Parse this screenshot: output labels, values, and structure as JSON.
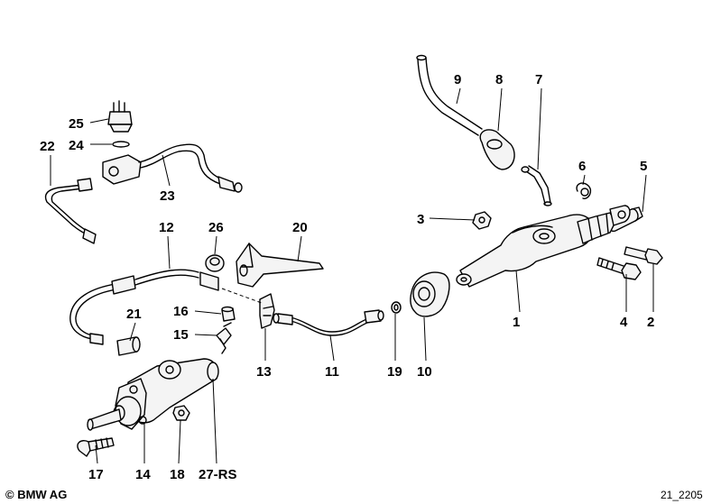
{
  "callouts": [
    {
      "id": "1",
      "label": "1"
    },
    {
      "id": "2",
      "label": "2"
    },
    {
      "id": "3",
      "label": "3"
    },
    {
      "id": "4",
      "label": "4"
    },
    {
      "id": "5",
      "label": "5"
    },
    {
      "id": "6",
      "label": "6"
    },
    {
      "id": "7",
      "label": "7"
    },
    {
      "id": "8",
      "label": "8"
    },
    {
      "id": "9",
      "label": "9"
    },
    {
      "id": "10",
      "label": "10"
    },
    {
      "id": "11",
      "label": "11"
    },
    {
      "id": "12",
      "label": "12"
    },
    {
      "id": "13",
      "label": "13"
    },
    {
      "id": "14",
      "label": "14"
    },
    {
      "id": "15",
      "label": "15"
    },
    {
      "id": "16",
      "label": "16"
    },
    {
      "id": "17",
      "label": "17"
    },
    {
      "id": "18",
      "label": "18"
    },
    {
      "id": "19",
      "label": "19"
    },
    {
      "id": "20",
      "label": "20"
    },
    {
      "id": "21",
      "label": "21"
    },
    {
      "id": "22",
      "label": "22"
    },
    {
      "id": "23",
      "label": "23"
    },
    {
      "id": "24",
      "label": "24"
    },
    {
      "id": "25",
      "label": "25"
    },
    {
      "id": "26",
      "label": "26"
    },
    {
      "id": "27-RS",
      "label": "27-RS"
    }
  ],
  "footer": {
    "copyright": "© BMW AG",
    "drawing_number": "21_2205"
  }
}
